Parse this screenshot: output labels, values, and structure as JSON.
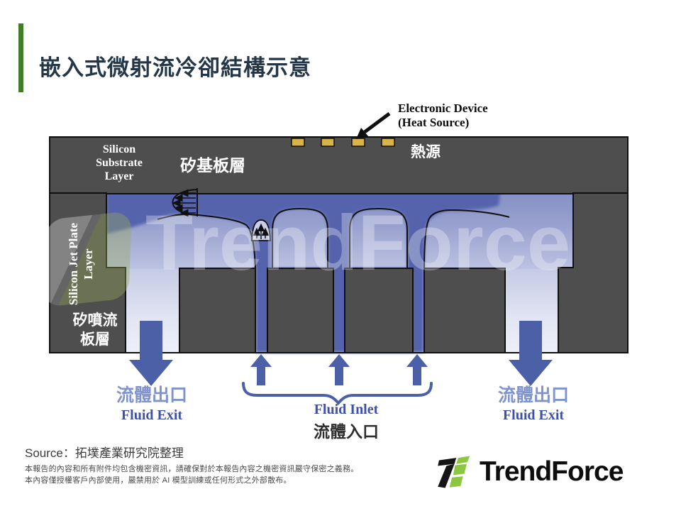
{
  "slide": {
    "title": "嵌入式微射流冷卻結構示意"
  },
  "diagram": {
    "device_label_line1": "Electronic Device",
    "device_label_line2": "(Heat Source)",
    "heat_source_zh": "熱源",
    "substrate_en_l1": "Silicon",
    "substrate_en_l2": "Substrate",
    "substrate_en_l3": "Layer",
    "substrate_zh": "矽基板層",
    "jet_plate_en_l1": "Silicon Jet Plate",
    "jet_plate_en_l2": "Layer",
    "jet_plate_zh_l1": "矽噴流",
    "jet_plate_zh_l2": "板層",
    "exit_zh": "流體出口",
    "exit_en": "Fluid Exit",
    "inlet_en": "Fluid Inlet",
    "inlet_zh": "流體入口",
    "colors": {
      "accent_green": "#417d26",
      "title_navy": "#243748",
      "block_gray": "#4e4e4e",
      "fluid_dark_blue": "#5464ad",
      "arrow_blue": "#4c60a8",
      "heat_chip_gold": "#d9b44a",
      "exit_label_blue": "#8094cb",
      "exit_label_dark_blue": "#3f51a2",
      "logo_green": "#8dc63f"
    }
  },
  "watermark": {
    "text": "TrendForce"
  },
  "footer": {
    "source": "Source：拓墣產業研究院整理",
    "disclaimer_l1": "本報告的內容和所有附件均包含機密資訊，請確保對於本報告內容之機密資訊嚴守保密之義務。",
    "disclaimer_l2": "本內容僅授權客戶內部使用，嚴禁用於 AI 模型訓練或任何形式之外部散布。",
    "logo_text": "TrendForce"
  }
}
